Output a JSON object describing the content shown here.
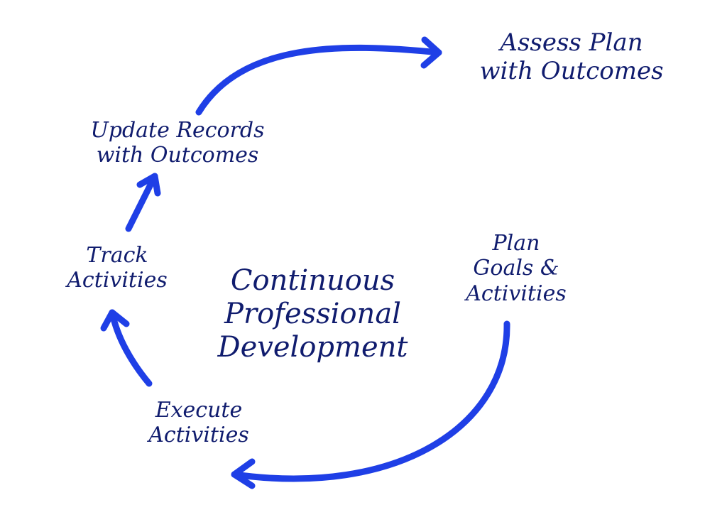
{
  "center": {
    "line1": "Continuous",
    "line2": "Professional",
    "line3": "Development"
  },
  "steps": {
    "assess": {
      "line1": "Assess Plan",
      "line2": "with Outcomes"
    },
    "update": {
      "line1": "Update Records",
      "line2": "with Outcomes"
    },
    "track": {
      "line1": "Track",
      "line2": "Activities"
    },
    "plan": {
      "line1": "Plan",
      "line2": "Goals &",
      "line3": "Activities"
    },
    "execute": {
      "line1": "Execute",
      "line2": "Activities"
    }
  },
  "colors": {
    "arrow": "#1f3fe6",
    "text": "#101c6e",
    "background": "#ffffff"
  }
}
